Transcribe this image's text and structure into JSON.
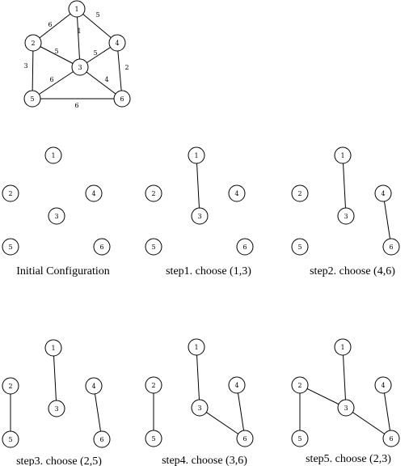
{
  "graph": {
    "nodes": [
      "1",
      "2",
      "3",
      "4",
      "5",
      "6"
    ],
    "edges": [
      {
        "from": "1",
        "to": "2",
        "weight": "6"
      },
      {
        "from": "1",
        "to": "3",
        "weight": "1"
      },
      {
        "from": "1",
        "to": "4",
        "weight": "5"
      },
      {
        "from": "2",
        "to": "3",
        "weight": "5"
      },
      {
        "from": "3",
        "to": "4",
        "weight": "5"
      },
      {
        "from": "2",
        "to": "5",
        "weight": "3"
      },
      {
        "from": "4",
        "to": "6",
        "weight": "2"
      },
      {
        "from": "3",
        "to": "5",
        "weight": "6"
      },
      {
        "from": "3",
        "to": "6",
        "weight": "4"
      },
      {
        "from": "5",
        "to": "6",
        "weight": "6"
      }
    ]
  },
  "panels": [
    {
      "caption": "Initial Configuration",
      "chosen_edges": []
    },
    {
      "caption": "step1.  choose (1,3)",
      "chosen_edges": [
        [
          "1",
          "3"
        ]
      ]
    },
    {
      "caption": "step2. choose (4,6)",
      "chosen_edges": [
        [
          "1",
          "3"
        ],
        [
          "4",
          "6"
        ]
      ]
    },
    {
      "caption": "step3. choose (2,5)",
      "chosen_edges": [
        [
          "1",
          "3"
        ],
        [
          "4",
          "6"
        ],
        [
          "2",
          "5"
        ]
      ]
    },
    {
      "caption": "step4. choose (3,6)",
      "chosen_edges": [
        [
          "1",
          "3"
        ],
        [
          "4",
          "6"
        ],
        [
          "2",
          "5"
        ],
        [
          "3",
          "6"
        ]
      ]
    },
    {
      "caption": "step5. choose (2,3)",
      "chosen_edges": [
        [
          "1",
          "3"
        ],
        [
          "4",
          "6"
        ],
        [
          "2",
          "5"
        ],
        [
          "3",
          "6"
        ],
        [
          "2",
          "3"
        ]
      ]
    }
  ]
}
